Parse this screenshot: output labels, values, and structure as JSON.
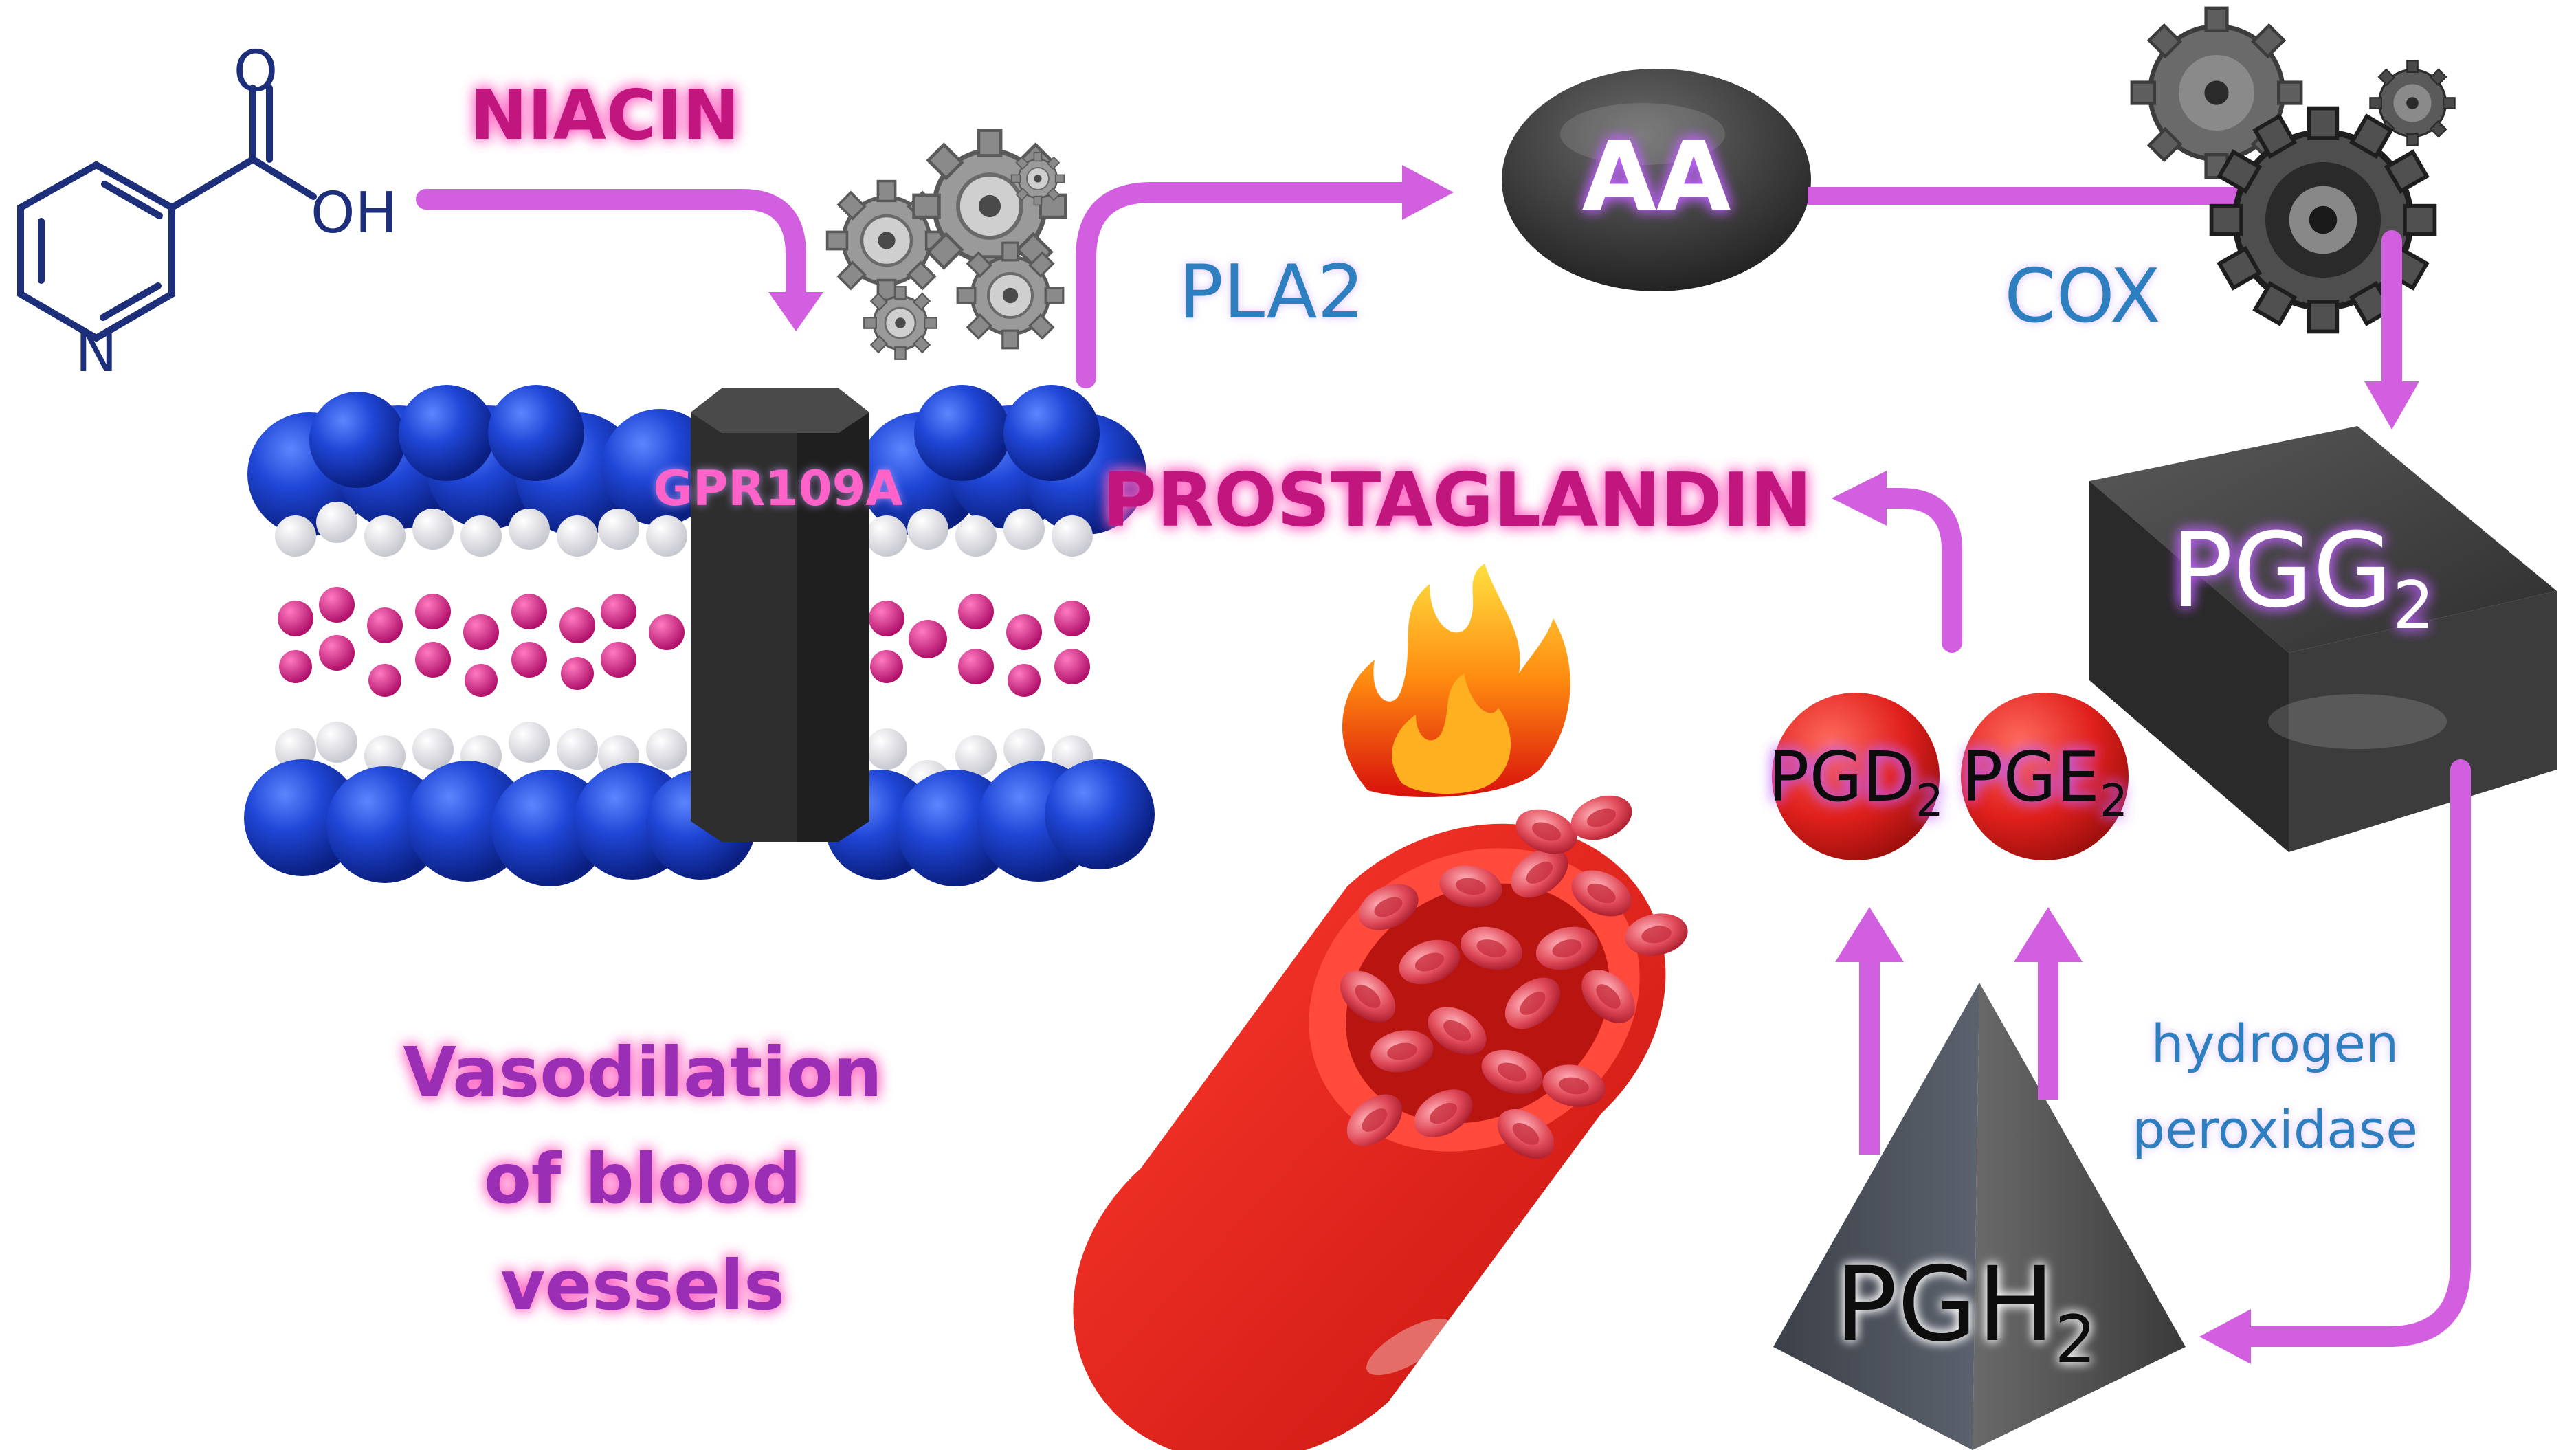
{
  "molecule": {
    "carbonyl_oxygen": "O",
    "hydroxyl": "OH",
    "ring_nitrogen": "N"
  },
  "labels": {
    "niacin": "NIACIN",
    "gpr109a": "GPR109A",
    "pla2": "PLA2",
    "aa": "AA",
    "cox": "COX",
    "pgg2_main": "PGG",
    "pgg2_sub": "2",
    "prostaglandin": "PROSTAGLANDIN",
    "pgd2_main": "PGD",
    "pgd2_sub": "2",
    "pge2_main": "PGE",
    "pge2_sub": "2",
    "pgh2_main": "PGH",
    "pgh2_sub": "2",
    "enzyme_line1": "hydrogen",
    "enzyme_line2": "peroxidase",
    "vaso_line1": "Vasodilation",
    "vaso_line2": "of blood",
    "vaso_line3": "vessels"
  },
  "colors": {
    "arrow": "#d25ee0",
    "arrow_dark": "#b03cc8",
    "membrane_head": "#1a3fd0",
    "lipid_white": "#f4f4f4",
    "lipid_pink": "#e0208c",
    "dark_solid": "#3a3a3a",
    "blood_red": "#e0201c",
    "enzyme_text": "#2f7fc0",
    "magenta_text": "#c2197f",
    "purple_text": "#9a2fb5"
  },
  "icons": {
    "gears_left": "gear-cluster-icon",
    "gears_right": "gear-cluster-icon",
    "flame": "flame-icon"
  }
}
